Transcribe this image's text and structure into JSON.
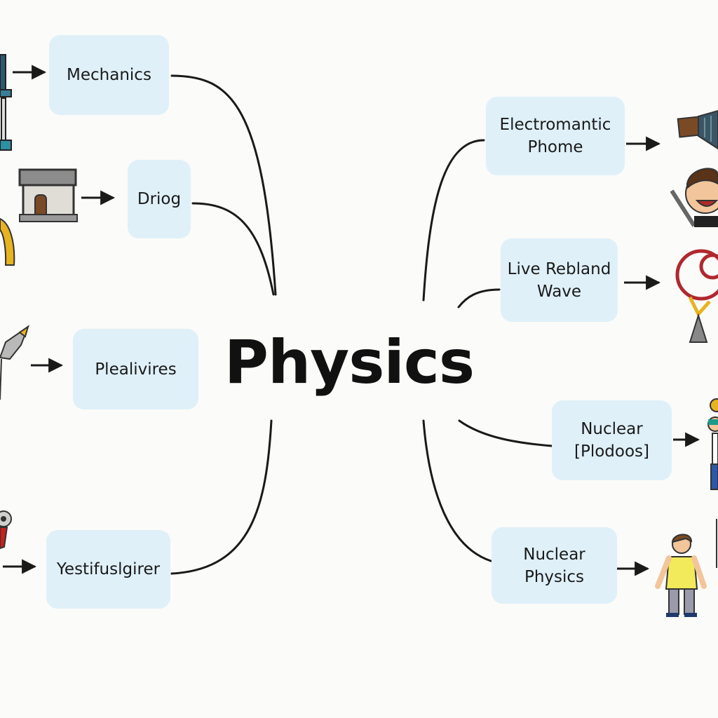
{
  "title": "Physics",
  "nodes": {
    "mechanics": "Mechanics",
    "driog": "Driog",
    "plealivires": "Plealivires",
    "yestifuslgirer": "Yestifuslgirer",
    "electromantic": "Electromantic\nPhome",
    "live_rebland": "Live Rebland\nWave",
    "nuclear_plodoos": "Nuclear\n[Plodoos]",
    "nuclear_physics": "Nuclear\nPhysics"
  },
  "icons": [
    "microscope-icon",
    "building-icon",
    "magnet-icon",
    "rocket-icon",
    "red-device-icon",
    "brush-icon",
    "laughing-scientist-icon",
    "pendulum-icon",
    "scientist-icon",
    "person-icon"
  ],
  "colors": {
    "node_fill": "#dff0f8",
    "text": "#111111",
    "connector": "#1a1a1a",
    "background": "#fbfbf9"
  }
}
